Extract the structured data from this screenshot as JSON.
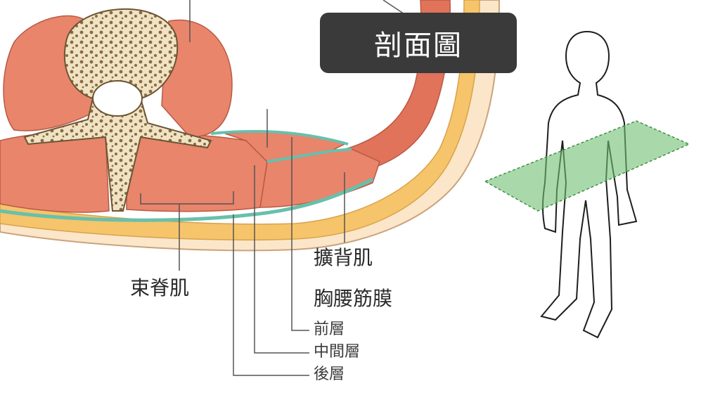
{
  "title": "剖面圖",
  "labels": {
    "erector_spinae": "束脊肌",
    "latissimus_dorsi": "擴背肌",
    "thoracolumbar_fascia": "胸腰筋膜",
    "anterior_layer": "前層",
    "middle_layer": "中間層",
    "posterior_layer": "後層"
  },
  "colors": {
    "muscle": "#e8856b",
    "muscle_line": "#b85a45",
    "fat": "#f6c46a",
    "skin": "#fbe6c9",
    "fascia": "#67c0ac",
    "bone": "#efe3c4",
    "plane": "#6fbf73",
    "title_bg": "#3a3a3a"
  }
}
